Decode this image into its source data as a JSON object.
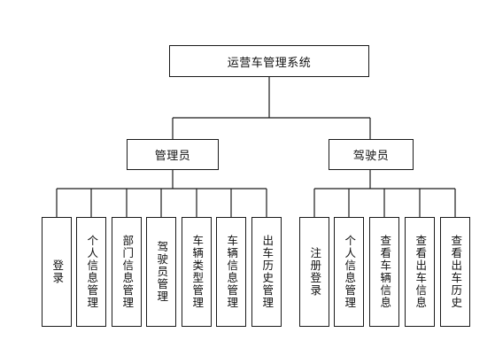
{
  "root": {
    "label": "运营车管理系统"
  },
  "branches": [
    {
      "label": "管理员",
      "children": [
        "登录",
        "个人信息管理",
        "部门信息管理",
        "驾驶员管理",
        "车辆类型管理",
        "车辆信息管理",
        "出车历史管理"
      ]
    },
    {
      "label": "驾驶员",
      "children": [
        "注册登录",
        "个人信息管理",
        "查看车辆信息",
        "查看出车信息",
        "查看出车历史"
      ]
    }
  ],
  "colors": {
    "line": "#1a1a1a",
    "box_border": "#1a1a1a",
    "background": "#ffffff"
  }
}
